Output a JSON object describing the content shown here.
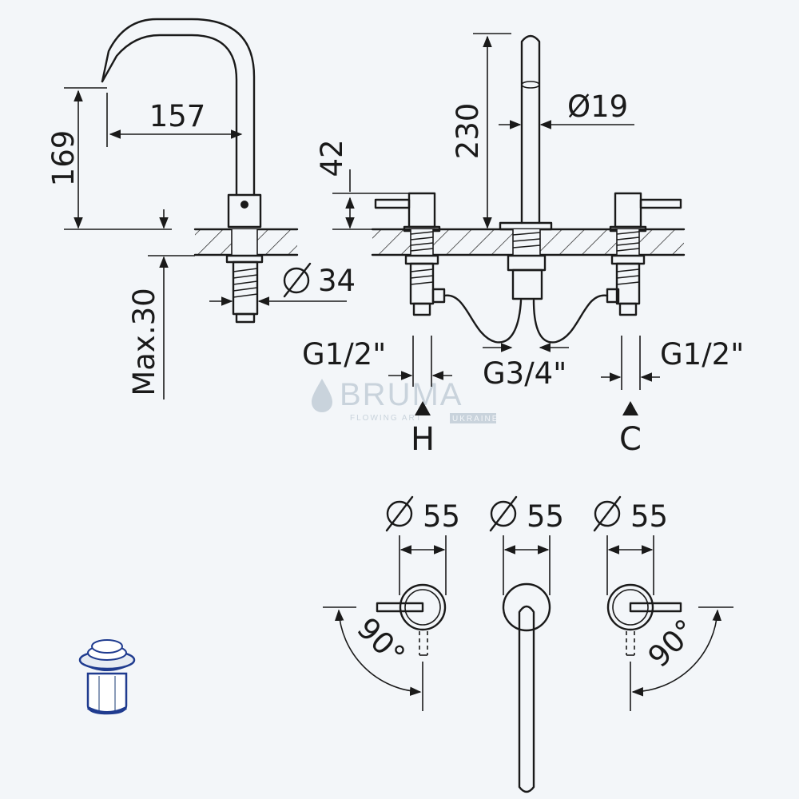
{
  "watermark": {
    "brand": "BRUMA",
    "tagline": "FLOWING ART",
    "tagline_badge": "UKRAINE"
  },
  "dimensions": {
    "spout_height": "169",
    "spout_reach": "157",
    "max_deck_thickness": "Max.30",
    "base_diameter_label": "34",
    "handle_height": "42",
    "overall_height": "230",
    "tube_diameter": "Ø19",
    "hot_inlet": "G1/2\"",
    "outlet_connection": "G3/4\"",
    "cold_inlet": "G1/2\"",
    "rosette_left": "55",
    "rosette_center": "55",
    "rosette_right": "55",
    "angle_left": "90°",
    "angle_right": "90°"
  },
  "ports": {
    "hot": "H",
    "cold": "C"
  },
  "colors": {
    "background": "#f3f6f9",
    "line": "#1a1a1a",
    "accent": "#1f3b8f"
  }
}
